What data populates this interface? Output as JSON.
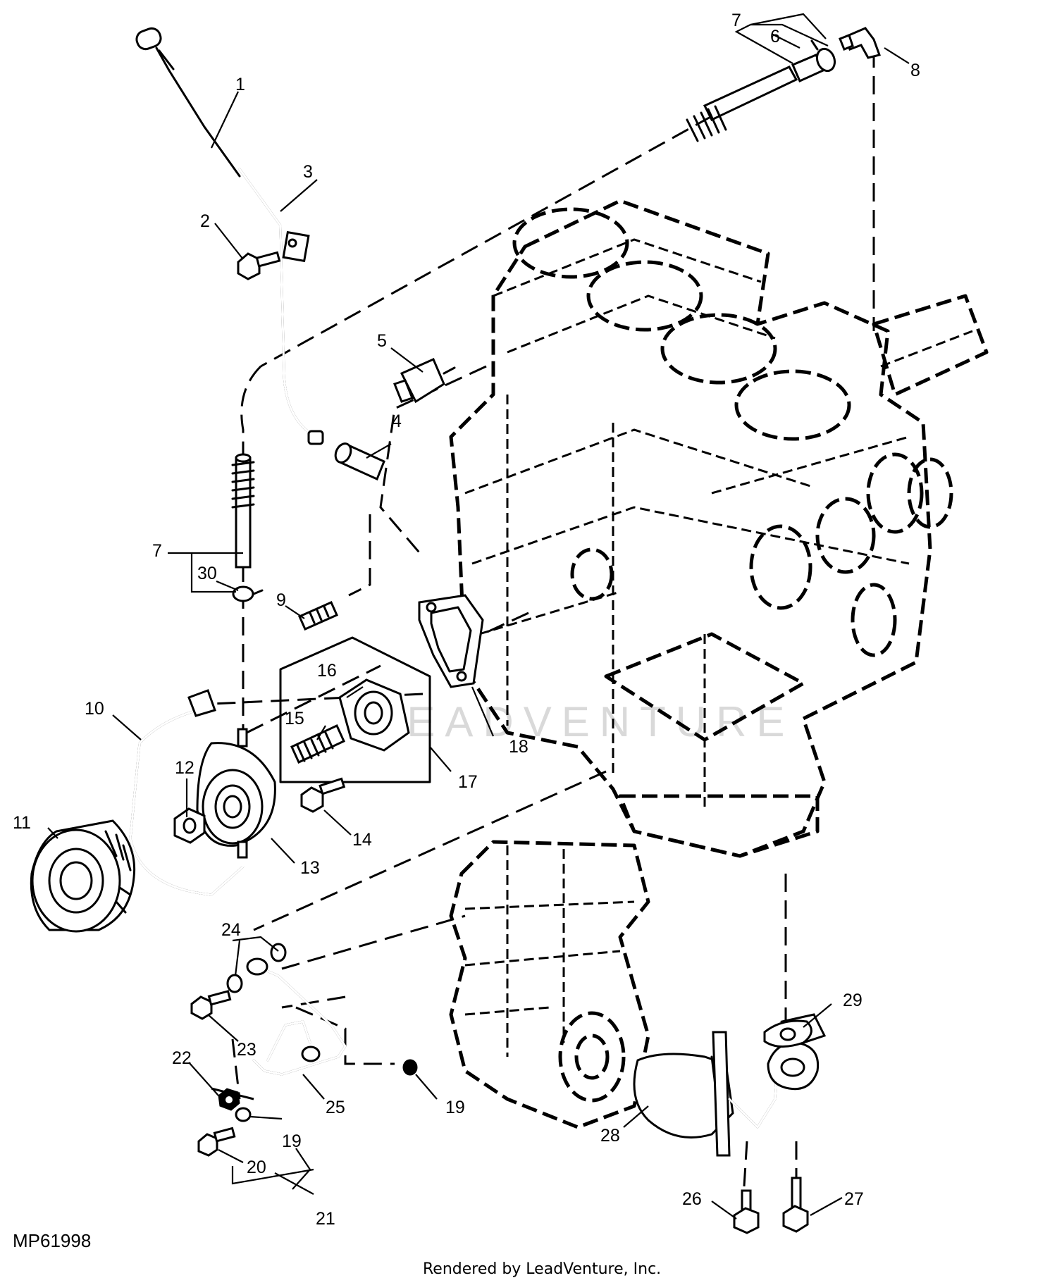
{
  "figure_id": "MP61998",
  "credit": "Rendered by LeadVenture, Inc.",
  "watermark": "LEADVENTURE",
  "callouts": [
    "1",
    "2",
    "3",
    "4",
    "5",
    "6",
    "7",
    "7",
    "8",
    "9",
    "10",
    "11",
    "12",
    "13",
    "14",
    "15",
    "16",
    "17",
    "18",
    "19",
    "19",
    "20",
    "21",
    "22",
    "23",
    "24",
    "25",
    "26",
    "27",
    "28",
    "29",
    "30"
  ]
}
